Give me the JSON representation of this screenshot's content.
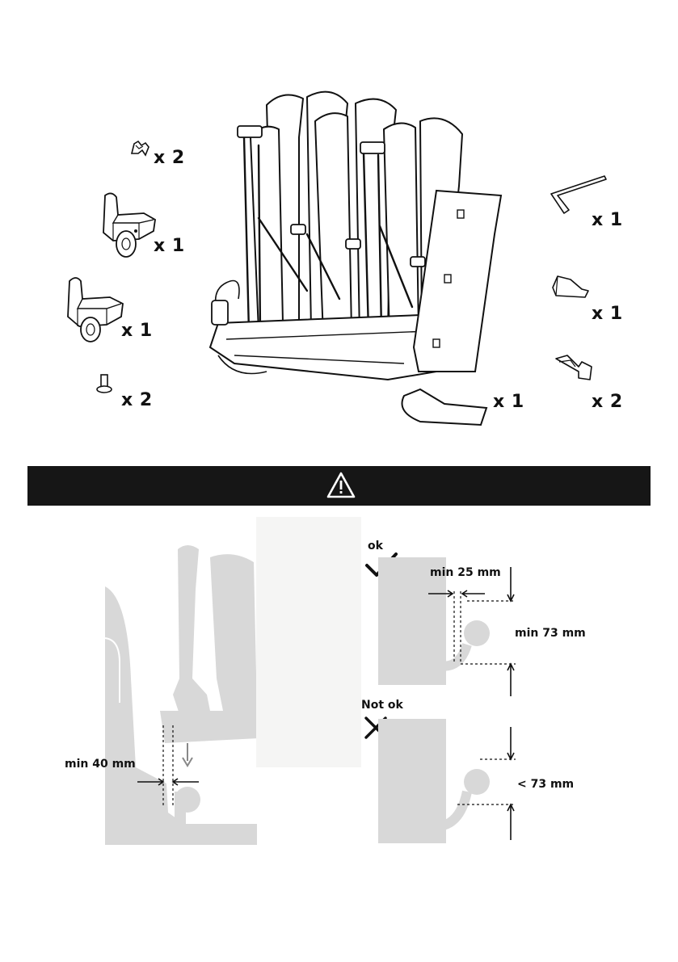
{
  "parts": [
    {
      "name": "clip",
      "qty": "x 2"
    },
    {
      "name": "wheel-holder-small",
      "qty": "x 1"
    },
    {
      "name": "wheel-holder-large",
      "qty": "x 1"
    },
    {
      "name": "bolt",
      "qty": "x 2"
    },
    {
      "name": "bike-carrier",
      "qty": "x 1"
    },
    {
      "name": "allen-key",
      "qty": "x 1"
    },
    {
      "name": "adapter-block",
      "qty": "x 1"
    },
    {
      "name": "keys",
      "qty": "x 2"
    }
  ],
  "diagram": {
    "left_min": "min 40 mm",
    "ok_label": "ok",
    "ok_min_width": "min 25 mm",
    "ok_min_height": "min 73 mm",
    "notok_label": "Not ok",
    "notok_height": "< 73 mm"
  },
  "colors": {
    "band": "#161616",
    "silhouette": "#d8d8d8",
    "line": "#111111"
  }
}
